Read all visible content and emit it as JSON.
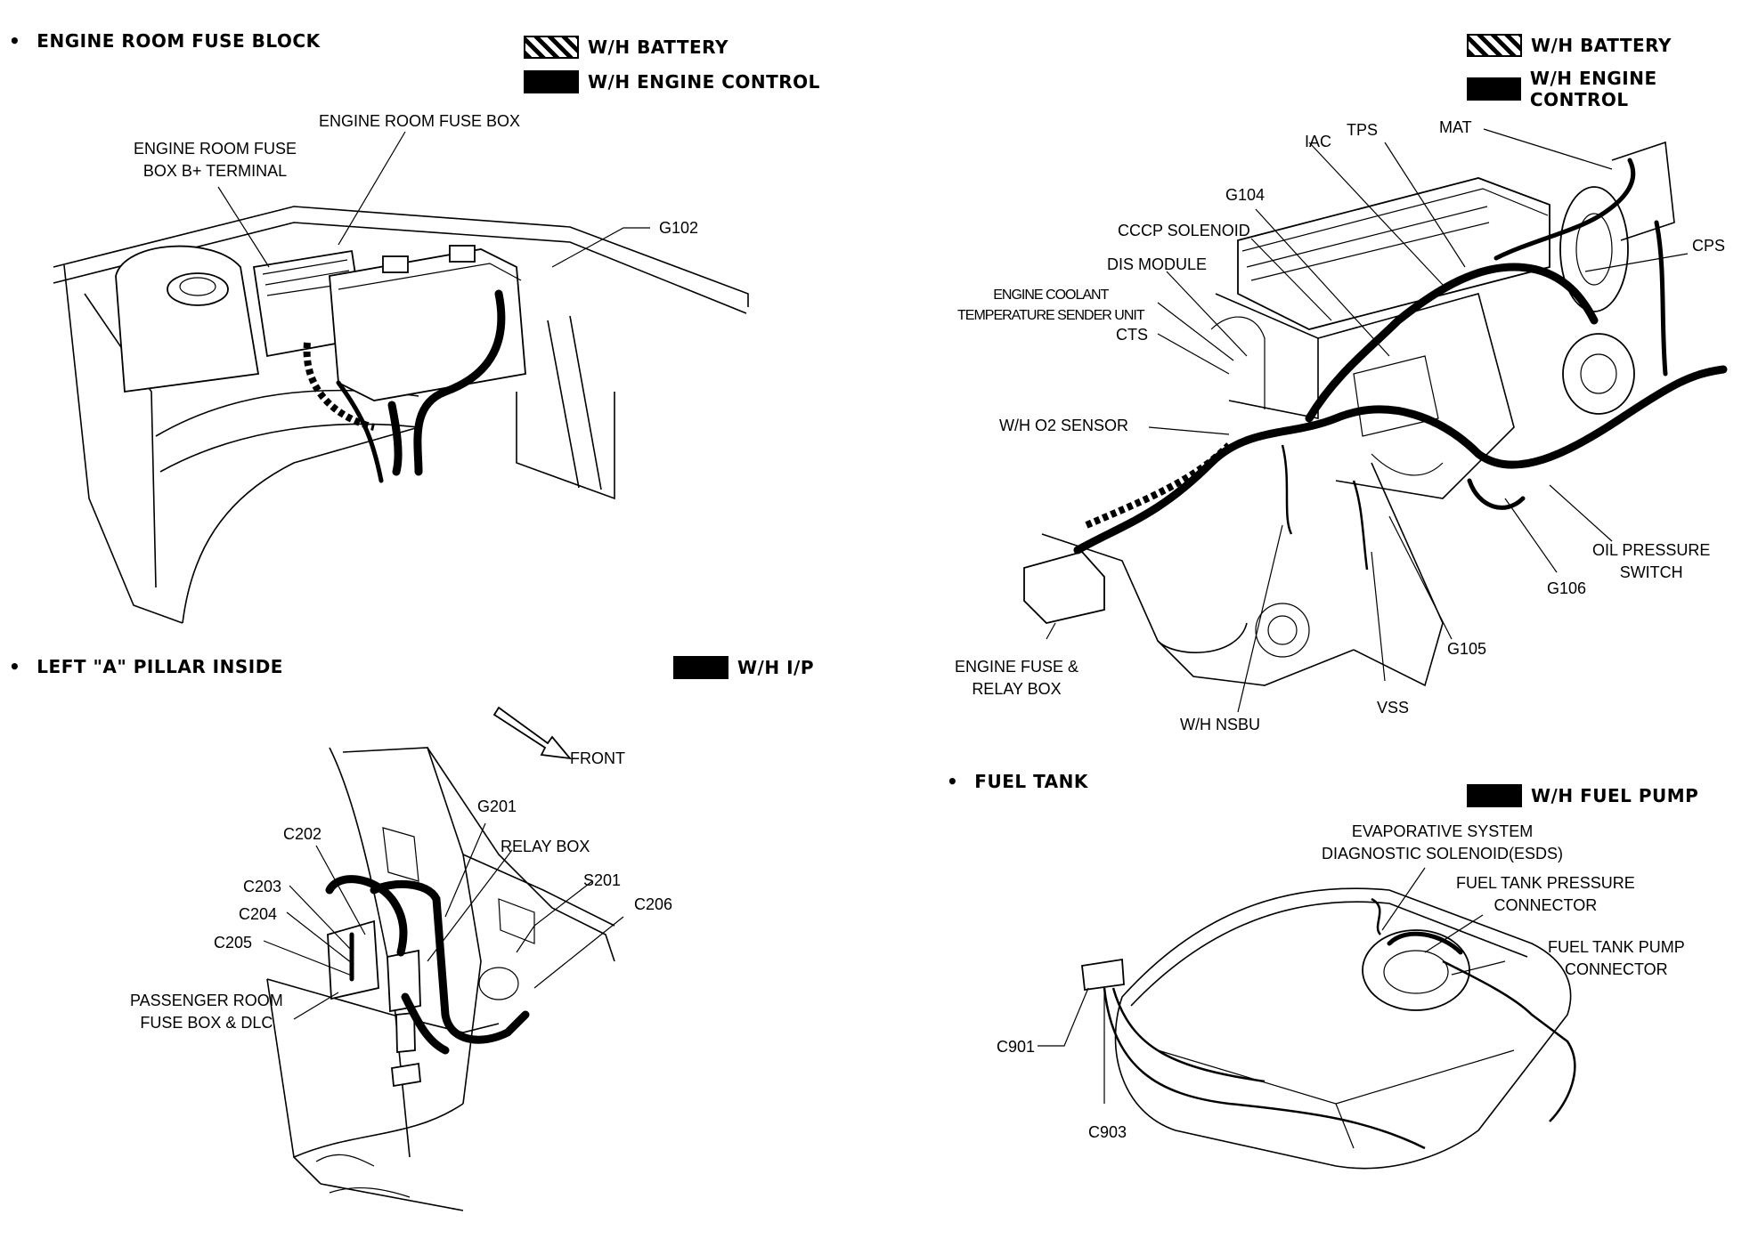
{
  "sections": {
    "engine_room": {
      "bullet": "•",
      "title": "ENGINE ROOM FUSE BLOCK"
    },
    "a_pillar": {
      "bullet": "•",
      "title": "LEFT \"A\" PILLAR INSIDE"
    },
    "fuel_tank": {
      "bullet": "•",
      "title": "FUEL TANK"
    }
  },
  "legends": {
    "fuse_block_battery": "W/H BATTERY",
    "fuse_block_engine": "W/H ENGINE CONTROL",
    "engine_battery": "W/H BATTERY",
    "engine_engine": "W/H ENGINE CONTROL",
    "ip": "W/H I/P",
    "fuel_pump": "W/H FUEL PUMP"
  },
  "labels": {
    "fuse_box_b_terminal": "ENGINE ROOM FUSE\nBOX B+ TERMINAL",
    "engine_room_fuse_box": "ENGINE ROOM FUSE BOX",
    "g102": "G102",
    "front": "FRONT",
    "g201": "G201",
    "relay_box": "RELAY BOX",
    "s201": "S201",
    "c202": "C202",
    "c203": "C203",
    "c204": "C204",
    "c205": "C205",
    "c206": "C206",
    "passenger_fuse_box": "PASSENGER ROOM\nFUSE BOX & DLC",
    "iac": "IAC",
    "tps": "TPS",
    "mat": "MAT",
    "g104": "G104",
    "cccp_solenoid": "CCCP SOLENOID",
    "cps": "CPS",
    "dis_module": "DIS MODULE",
    "coolant_sender": "ENGINE COOLANT\nTEMPERATURE SENDER UNIT",
    "cts": "CTS",
    "o2_sensor": "W/H O2 SENSOR",
    "oil_pressure_switch": "OIL PRESSURE\nSWITCH",
    "g106": "G106",
    "engine_fuse_relay_box": "ENGINE FUSE &\nRELAY BOX",
    "g105": "G105",
    "vss": "VSS",
    "nsbu": "W/H NSBU",
    "esds": "EVAPORATIVE SYSTEM\nDIAGNOSTIC SOLENOID(ESDS)",
    "fuel_tank_pressure": "FUEL TANK PRESSURE\nCONNECTOR",
    "fuel_tank_pump": "FUEL TANK PUMP\nCONNECTOR",
    "c901": "C901",
    "c903": "C903"
  }
}
